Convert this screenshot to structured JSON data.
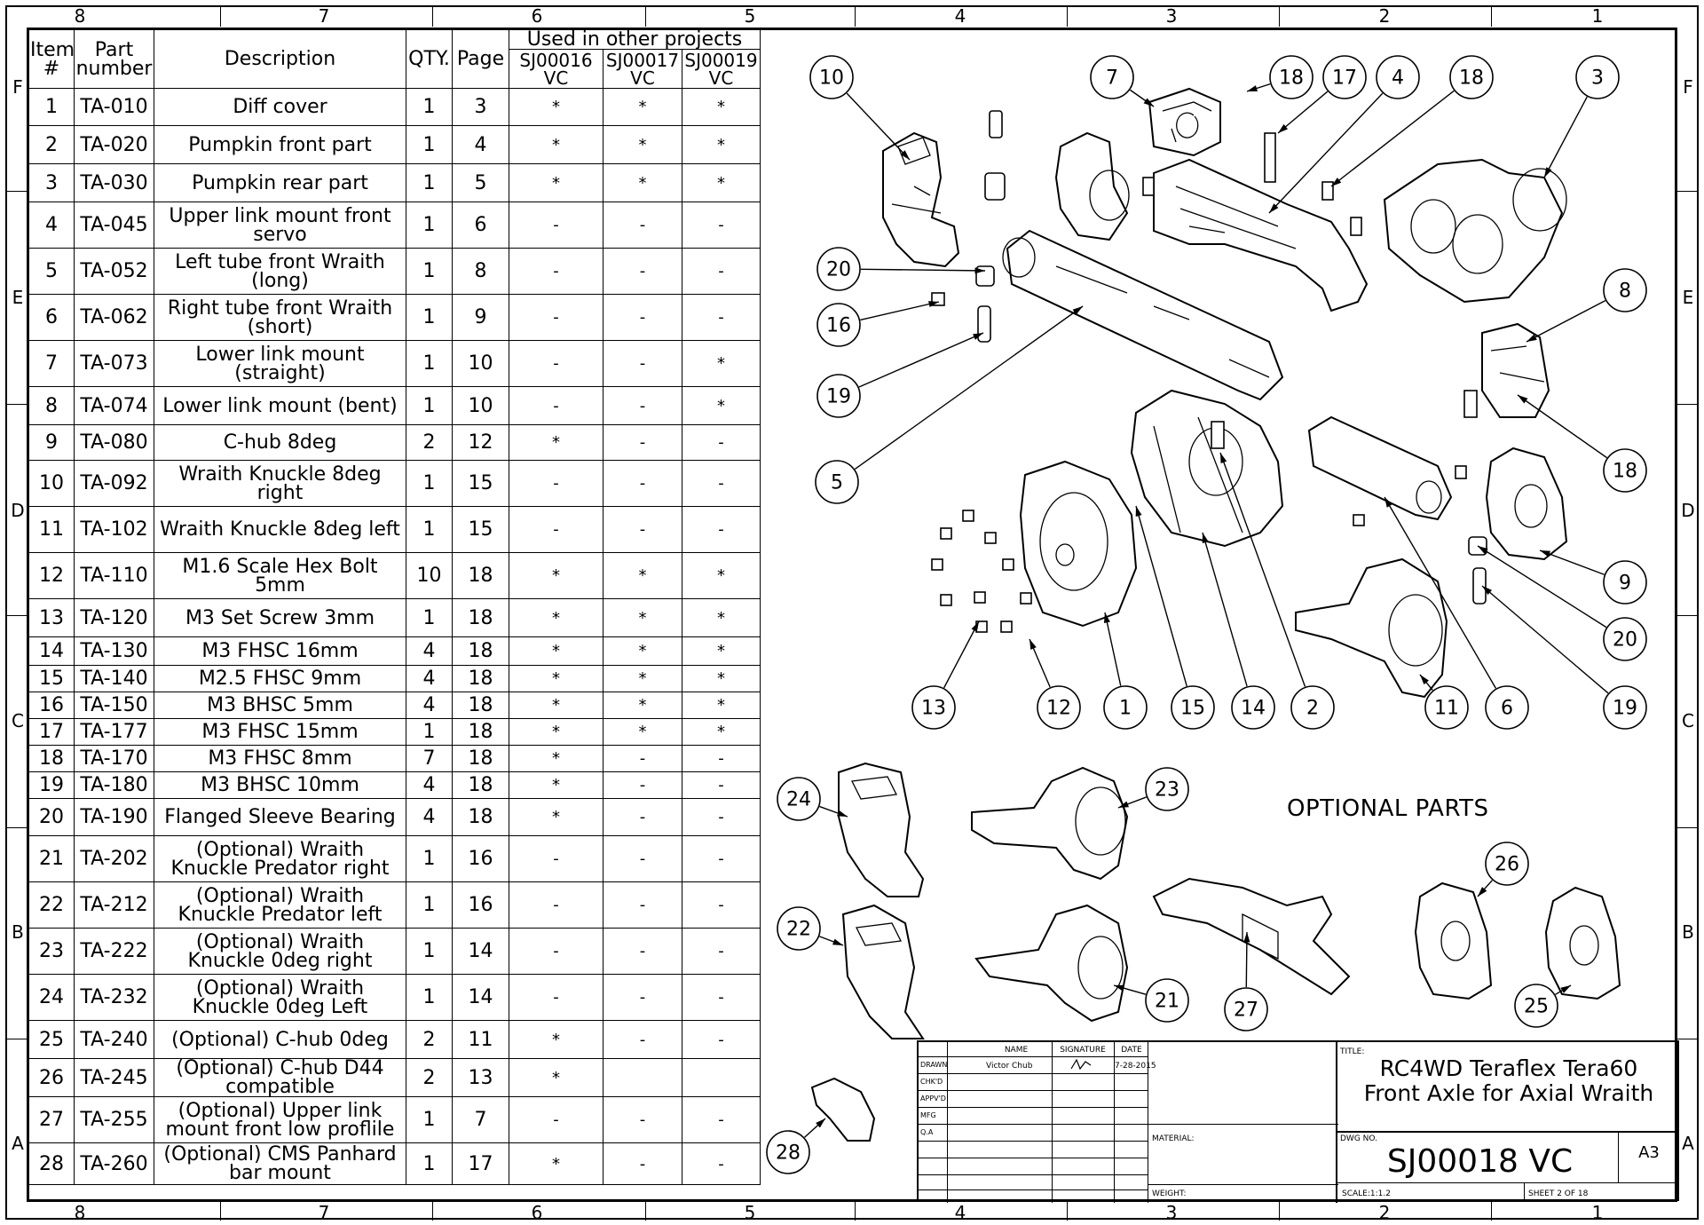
{
  "zones": {
    "columns": [
      "8",
      "7",
      "6",
      "5",
      "4",
      "3",
      "2",
      "1"
    ],
    "rows": [
      "F",
      "E",
      "D",
      "C",
      "B",
      "A"
    ]
  },
  "bom": {
    "headers": {
      "item": "Item #",
      "part": "Part number",
      "description": "Description",
      "qty": "QTY.",
      "page": "Page",
      "used_in": "Used in other projects",
      "projects": [
        "SJ00016 VC",
        "SJ00017 VC",
        "SJ00019 VC"
      ]
    },
    "rows": [
      {
        "item": "1",
        "part": "TA-010",
        "desc": "Diff cover",
        "qty": "1",
        "page": "3",
        "p1": "*",
        "p2": "*",
        "p3": "*"
      },
      {
        "item": "2",
        "part": "TA-020",
        "desc": "Pumpkin front part",
        "qty": "1",
        "page": "4",
        "p1": "*",
        "p2": "*",
        "p3": "*"
      },
      {
        "item": "3",
        "part": "TA-030",
        "desc": "Pumpkin rear part",
        "qty": "1",
        "page": "5",
        "p1": "*",
        "p2": "*",
        "p3": "*"
      },
      {
        "item": "4",
        "part": "TA-045",
        "desc": "Upper link mount front servo",
        "qty": "1",
        "page": "6",
        "p1": "-",
        "p2": "-",
        "p3": "-"
      },
      {
        "item": "5",
        "part": "TA-052",
        "desc": "Left tube front Wraith (long)",
        "qty": "1",
        "page": "8",
        "p1": "-",
        "p2": "-",
        "p3": "-"
      },
      {
        "item": "6",
        "part": "TA-062",
        "desc": "Right tube front Wraith (short)",
        "qty": "1",
        "page": "9",
        "p1": "-",
        "p2": "-",
        "p3": "-"
      },
      {
        "item": "7",
        "part": "TA-073",
        "desc": "Lower link mount (straight)",
        "qty": "1",
        "page": "10",
        "p1": "-",
        "p2": "-",
        "p3": "*"
      },
      {
        "item": "8",
        "part": "TA-074",
        "desc": "Lower link mount (bent)",
        "qty": "1",
        "page": "10",
        "p1": "-",
        "p2": "-",
        "p3": "*"
      },
      {
        "item": "9",
        "part": "TA-080",
        "desc": "C-hub 8deg",
        "qty": "2",
        "page": "12",
        "p1": "*",
        "p2": "-",
        "p3": "-"
      },
      {
        "item": "10",
        "part": "TA-092",
        "desc": "Wraith Knuckle 8deg right",
        "qty": "1",
        "page": "15",
        "p1": "-",
        "p2": "-",
        "p3": "-"
      },
      {
        "item": "11",
        "part": "TA-102",
        "desc": "Wraith Knuckle 8deg left",
        "qty": "1",
        "page": "15",
        "p1": "-",
        "p2": "-",
        "p3": "-"
      },
      {
        "item": "12",
        "part": "TA-110",
        "desc": "M1.6 Scale Hex Bolt 5mm",
        "qty": "10",
        "page": "18",
        "p1": "*",
        "p2": "*",
        "p3": "*"
      },
      {
        "item": "13",
        "part": "TA-120",
        "desc": "M3 Set Screw 3mm",
        "qty": "1",
        "page": "18",
        "p1": "*",
        "p2": "*",
        "p3": "*"
      },
      {
        "item": "14",
        "part": "TA-130",
        "desc": "M3 FHSC 16mm",
        "qty": "4",
        "page": "18",
        "p1": "*",
        "p2": "*",
        "p3": "*"
      },
      {
        "item": "15",
        "part": "TA-140",
        "desc": "M2.5 FHSC 9mm",
        "qty": "4",
        "page": "18",
        "p1": "*",
        "p2": "*",
        "p3": "*"
      },
      {
        "item": "16",
        "part": "TA-150",
        "desc": "M3 BHSC 5mm",
        "qty": "4",
        "page": "18",
        "p1": "*",
        "p2": "*",
        "p3": "*"
      },
      {
        "item": "17",
        "part": "TA-177",
        "desc": "M3 FHSC 15mm",
        "qty": "1",
        "page": "18",
        "p1": "*",
        "p2": "*",
        "p3": "*"
      },
      {
        "item": "18",
        "part": "TA-170",
        "desc": "M3 FHSC 8mm",
        "qty": "7",
        "page": "18",
        "p1": "*",
        "p2": "-",
        "p3": "-"
      },
      {
        "item": "19",
        "part": "TA-180",
        "desc": "M3 BHSC 10mm",
        "qty": "4",
        "page": "18",
        "p1": "*",
        "p2": "-",
        "p3": "-"
      },
      {
        "item": "20",
        "part": "TA-190",
        "desc": "Flanged Sleeve Bearing",
        "qty": "4",
        "page": "18",
        "p1": "*",
        "p2": "-",
        "p3": "-"
      },
      {
        "item": "21",
        "part": "TA-202",
        "desc": "(Optional) Wraith Knuckle Predator right",
        "qty": "1",
        "page": "16",
        "p1": "-",
        "p2": "-",
        "p3": "-"
      },
      {
        "item": "22",
        "part": "TA-212",
        "desc": "(Optional) Wraith Knuckle Predator left",
        "qty": "1",
        "page": "16",
        "p1": "-",
        "p2": "-",
        "p3": "-"
      },
      {
        "item": "23",
        "part": "TA-222",
        "desc": "(Optional) Wraith Knuckle 0deg right",
        "qty": "1",
        "page": "14",
        "p1": "-",
        "p2": "-",
        "p3": "-"
      },
      {
        "item": "24",
        "part": "TA-232",
        "desc": "(Optional) Wraith Knuckle 0deg Left",
        "qty": "1",
        "page": "14",
        "p1": "-",
        "p2": "-",
        "p3": "-"
      },
      {
        "item": "25",
        "part": "TA-240",
        "desc": "(Optional) C-hub 0deg",
        "qty": "2",
        "page": "11",
        "p1": "*",
        "p2": "-",
        "p3": "-"
      },
      {
        "item": "26",
        "part": "TA-245",
        "desc": "(Optional) C-hub D44 compatible",
        "qty": "2",
        "page": "13",
        "p1": "*",
        "p2": "",
        "p3": ""
      },
      {
        "item": "27",
        "part": "TA-255",
        "desc": "(Optional) Upper link mount front low proflile",
        "qty": "1",
        "page": "7",
        "p1": "-",
        "p2": "-",
        "p3": "-"
      },
      {
        "item": "28",
        "part": "TA-260",
        "desc": "(Optional) CMS Panhard bar mount",
        "qty": "1",
        "page": "17",
        "p1": "*",
        "p2": "-",
        "p3": "-"
      }
    ]
  },
  "drawing": {
    "optional_label": "OPTIONAL PARTS",
    "balloons": [
      "10",
      "7",
      "18",
      "17",
      "4",
      "18",
      "3",
      "20",
      "8",
      "16",
      "19",
      "5",
      "18",
      "9",
      "20",
      "19",
      "13",
      "12",
      "1",
      "15",
      "14",
      "2",
      "11",
      "6",
      "24",
      "23",
      "22",
      "21",
      "27",
      "26",
      "25",
      "28"
    ]
  },
  "title_block": {
    "col_name": "NAME",
    "col_signature": "SIGNATURE",
    "col_date": "DATE",
    "rows": [
      "DRAWN",
      "CHK'D",
      "APPV'D",
      "MFG",
      "Q.A"
    ],
    "drawn_name": "Victor Chub",
    "drawn_date": "7-28-2015",
    "title_label": "TITLE:",
    "title_line1": "RC4WD Teraflex Tera60",
    "title_line2": "Front Axle for Axial Wraith",
    "material_label": "MATERIAL:",
    "dwg_no_label": "DWG NO.",
    "dwg_no": "SJ00018 VC",
    "size": "A3",
    "weight_label": "WEIGHT:",
    "scale": "SCALE:1:1.2",
    "sheet": "SHEET 2 OF 18"
  }
}
